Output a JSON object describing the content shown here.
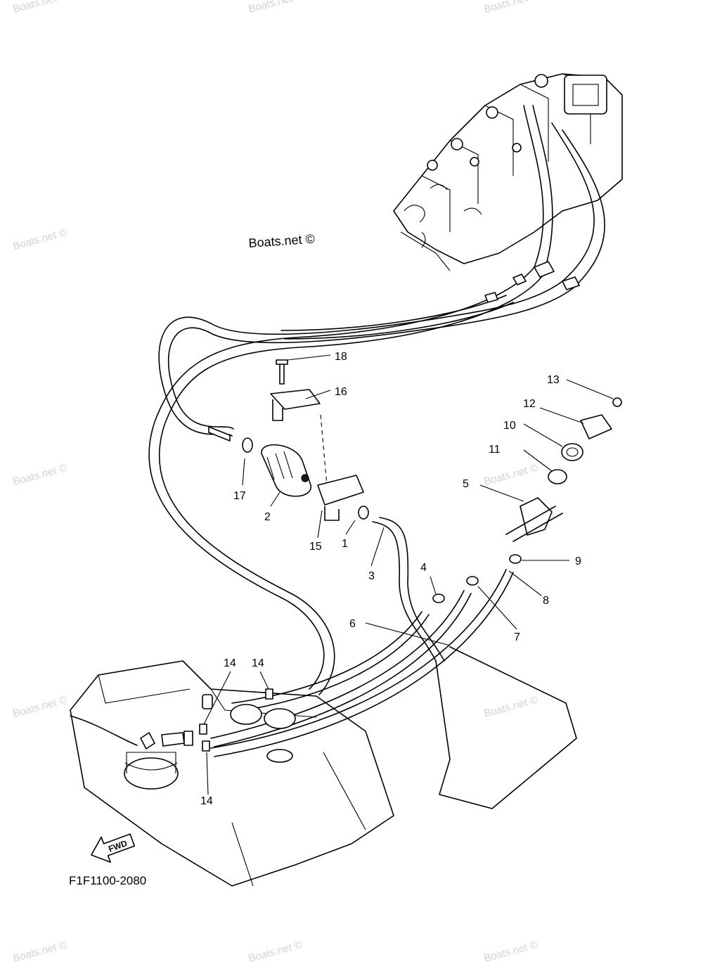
{
  "watermark_text": "Boats.net ©",
  "credit_text": "Boats.net ©",
  "diagram_code": "F1F1100-2080",
  "fwd_label": "FWD",
  "callouts": {
    "c1": "1",
    "c2": "2",
    "c3": "3",
    "c4": "4",
    "c5": "5",
    "c6": "6",
    "c7": "7",
    "c8": "8",
    "c9": "9",
    "c10": "10",
    "c11": "11",
    "c12": "12",
    "c13": "13",
    "c14a": "14",
    "c14b": "14",
    "c14c": "14",
    "c15": "15",
    "c16": "16",
    "c17": "17",
    "c18": "18"
  }
}
